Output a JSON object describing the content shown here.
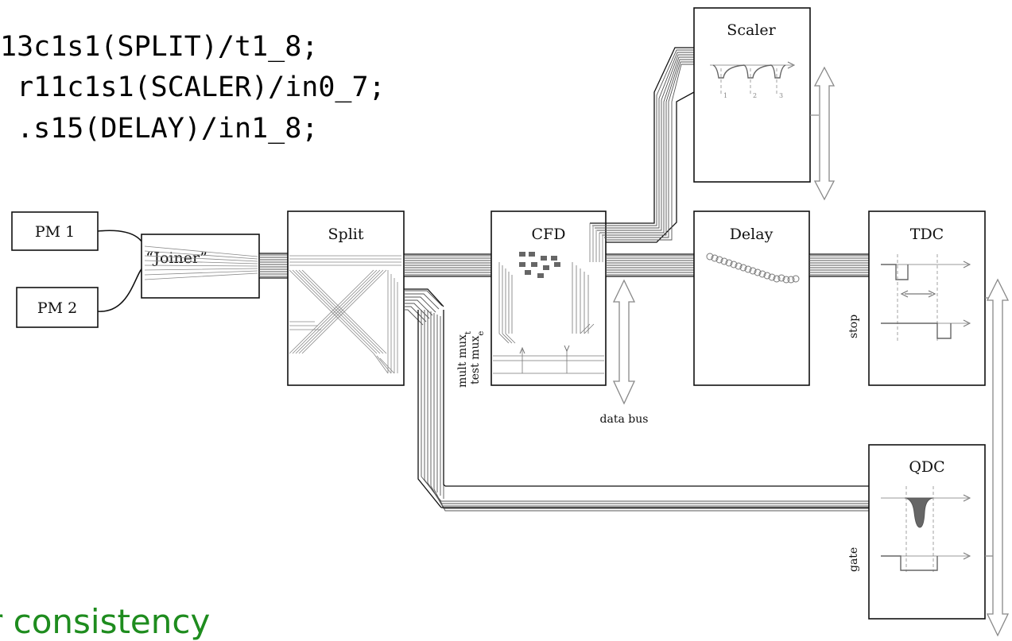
{
  "code_lines": [
    "13c1s1(SPLIT)/t1_8;",
    " r11c1s1(SCALER)/in0_7;",
    " .s15(DELAY)/in1_8;"
  ],
  "caption": "r consistency",
  "colors": {
    "caption": "#1e8c1e",
    "line": "#111111",
    "bus": "#666666"
  },
  "diagram": {
    "pm1": "PM 1",
    "pm2": "PM 2",
    "joiner": "“Joiner”",
    "split": "Split",
    "cfd": "CFD",
    "delay": "Delay",
    "tdc": "TDC",
    "scaler": "Scaler",
    "qdc": "QDC",
    "data_bus": "data bus",
    "stop": "stop",
    "gate": "gate",
    "mult_mux": "mult mux",
    "mult_mux_sub": "t",
    "test_mux": "test mux",
    "test_mux_sub": "e",
    "scaler_ticks": [
      "1",
      "2",
      "3"
    ]
  }
}
